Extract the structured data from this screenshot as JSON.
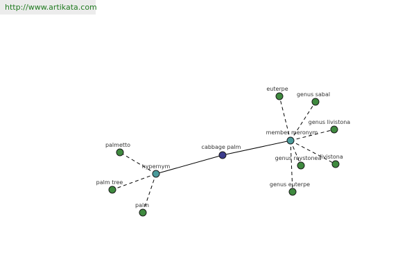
{
  "header": {
    "url": "http://www.artikata.com"
  },
  "colors": {
    "center": "#3b3b8c",
    "relation": "#4a9a9a",
    "leaf": "#3f8a3f",
    "node_stroke": "#1a1a1a"
  },
  "graph": {
    "center": {
      "label": "cabbage palm"
    },
    "relations": [
      {
        "id": "hyp",
        "label": "hypernym"
      },
      {
        "id": "mem",
        "label": "member meronym"
      }
    ],
    "leaves": [
      {
        "id": "palmetto",
        "label": "palmetto",
        "rel": "hyp"
      },
      {
        "id": "palm_tree",
        "label": "palm tree",
        "rel": "hyp"
      },
      {
        "id": "palm",
        "label": "palm",
        "rel": "hyp"
      },
      {
        "id": "euterpe",
        "label": "euterpe",
        "rel": "mem"
      },
      {
        "id": "genus_sabal",
        "label": "genus sabal",
        "rel": "mem"
      },
      {
        "id": "genus_livistona",
        "label": "genus livistona",
        "rel": "mem"
      },
      {
        "id": "livistona",
        "label": "livistona",
        "rel": "mem"
      },
      {
        "id": "genus_roystonea",
        "label": "genus roystonea",
        "rel": "mem"
      },
      {
        "id": "genus_euterpe",
        "label": "genus euterpe",
        "rel": "mem"
      }
    ]
  }
}
